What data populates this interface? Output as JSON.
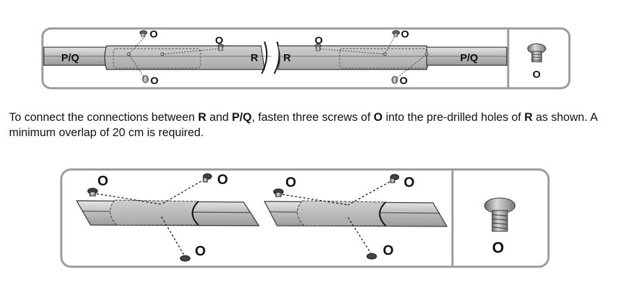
{
  "top_diagram": {
    "left_rail_label": "P/Q",
    "right_rail_label": "P/Q",
    "left_connector_label": "R",
    "right_connector_label": "R",
    "screw_label": "O",
    "legend_label": "O"
  },
  "instruction": {
    "part1": "To connect the connections between ",
    "r": "R",
    "part2": " and ",
    "pq": "P/Q",
    "part3": ", fasten three screws of ",
    "o": "O",
    "part4": " into the pre-drilled holes of ",
    "r2": "R",
    "part5": " as shown. A minimum overlap of 20 cm is required."
  },
  "bottom_diagram": {
    "screw_label": "O",
    "legend_label": "O"
  }
}
